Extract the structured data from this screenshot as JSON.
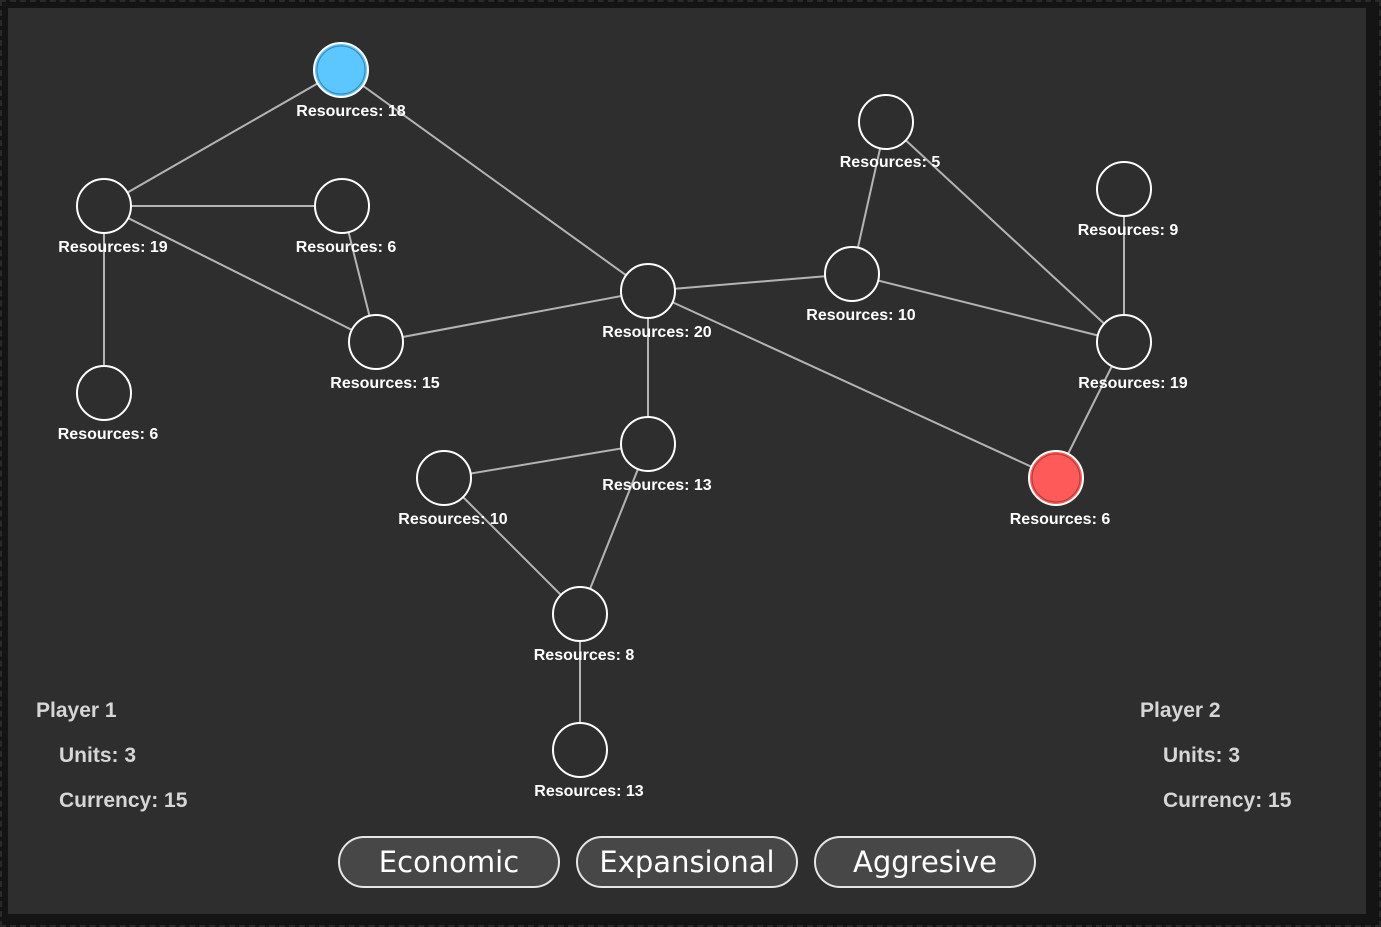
{
  "board": {
    "nodes": [
      {
        "id": "n1",
        "label": "Resources: 18",
        "owner": "player1"
      },
      {
        "id": "n2",
        "label": "Resources: 19",
        "owner": "none"
      },
      {
        "id": "n3",
        "label": "Resources: 6",
        "owner": "none"
      },
      {
        "id": "n4",
        "label": "Resources: 15",
        "owner": "none"
      },
      {
        "id": "n5",
        "label": "Resources: 6",
        "owner": "none"
      },
      {
        "id": "n6",
        "label": "Resources: 20",
        "owner": "none"
      },
      {
        "id": "n7",
        "label": "Resources: 5",
        "owner": "none"
      },
      {
        "id": "n8",
        "label": "Resources: 10",
        "owner": "none"
      },
      {
        "id": "n9",
        "label": "Resources: 9",
        "owner": "none"
      },
      {
        "id": "n10",
        "label": "Resources: 19",
        "owner": "none"
      },
      {
        "id": "n11",
        "label": "Resources: 13",
        "owner": "none"
      },
      {
        "id": "n12",
        "label": "Resources: 10",
        "owner": "none"
      },
      {
        "id": "n13",
        "label": "Resources: 6",
        "owner": "player2"
      },
      {
        "id": "n14",
        "label": "Resources: 8",
        "owner": "none"
      },
      {
        "id": "n15",
        "label": "Resources: 13",
        "owner": "none"
      }
    ],
    "edges": [
      [
        "n1",
        "n2"
      ],
      [
        "n1",
        "n6"
      ],
      [
        "n2",
        "n3"
      ],
      [
        "n2",
        "n4"
      ],
      [
        "n2",
        "n5"
      ],
      [
        "n3",
        "n4"
      ],
      [
        "n4",
        "n6"
      ],
      [
        "n6",
        "n8"
      ],
      [
        "n6",
        "n11"
      ],
      [
        "n6",
        "n13"
      ],
      [
        "n7",
        "n8"
      ],
      [
        "n7",
        "n10"
      ],
      [
        "n8",
        "n10"
      ],
      [
        "n9",
        "n10"
      ],
      [
        "n10",
        "n13"
      ],
      [
        "n11",
        "n12"
      ],
      [
        "n11",
        "n14"
      ],
      [
        "n12",
        "n14"
      ],
      [
        "n14",
        "n15"
      ]
    ]
  },
  "colors": {
    "player1": "#5cc6ff",
    "player2": "#ff5a5a",
    "neutral_fill": "#2e2e2e",
    "node_stroke": "#ffffff",
    "edge": "#b4b4b4"
  },
  "player1": {
    "name": "Player 1",
    "units": "Units: 3",
    "currency": "Currency: 15"
  },
  "player2": {
    "name": "Player 2",
    "units": "Units: 3",
    "currency": "Currency: 15"
  },
  "strategies": {
    "economic": "Economic",
    "expansional": "Expansional",
    "aggressive": "Aggresive"
  }
}
